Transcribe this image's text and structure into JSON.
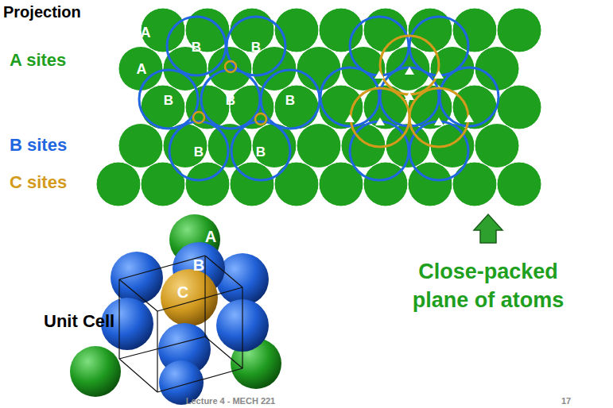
{
  "diagram": {
    "title": "Projection",
    "labels": [
      "A",
      "A",
      "B",
      "B",
      "B",
      "B",
      "B",
      "B",
      "B",
      "A sites",
      "B sites",
      "C sites",
      "Unit Cell",
      "A",
      "B",
      "C",
      "Close-packed plane of atoms",
      "Lecture 4 - MECH 221",
      "17"
    ]
  }
}
